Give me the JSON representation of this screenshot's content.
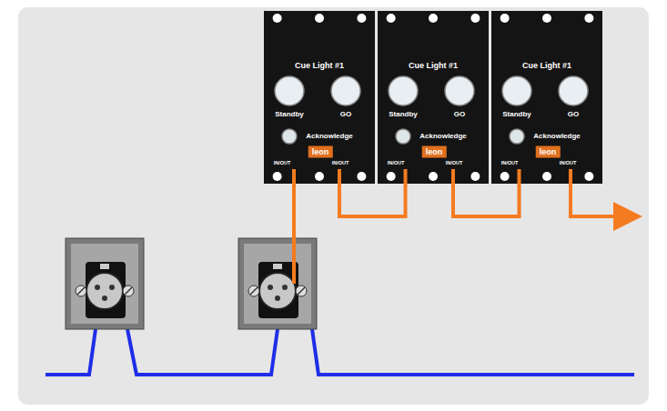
{
  "diagram": {
    "nodes": [
      {
        "text": [
          "Cue Light #1",
          "Standby",
          "GO",
          "Acknowledge",
          "leon",
          "IN/OUT",
          "IN/OUT"
        ]
      },
      {
        "text": [
          "Cue Light #1",
          "Standby",
          "GO",
          "Acknowledge",
          "leon",
          "IN/OUT",
          "IN/OUT"
        ]
      },
      {
        "text": [
          "Cue Light #1",
          "Standby",
          "GO",
          "Acknowledge",
          "leon",
          "IN/OUT",
          "IN/OUT"
        ]
      }
    ],
    "edges": [
      {
        "from": 0,
        "to": 1,
        "arrow": "none"
      },
      {
        "from": 1,
        "to": 2,
        "arrow": "none"
      }
    ]
  }
}
